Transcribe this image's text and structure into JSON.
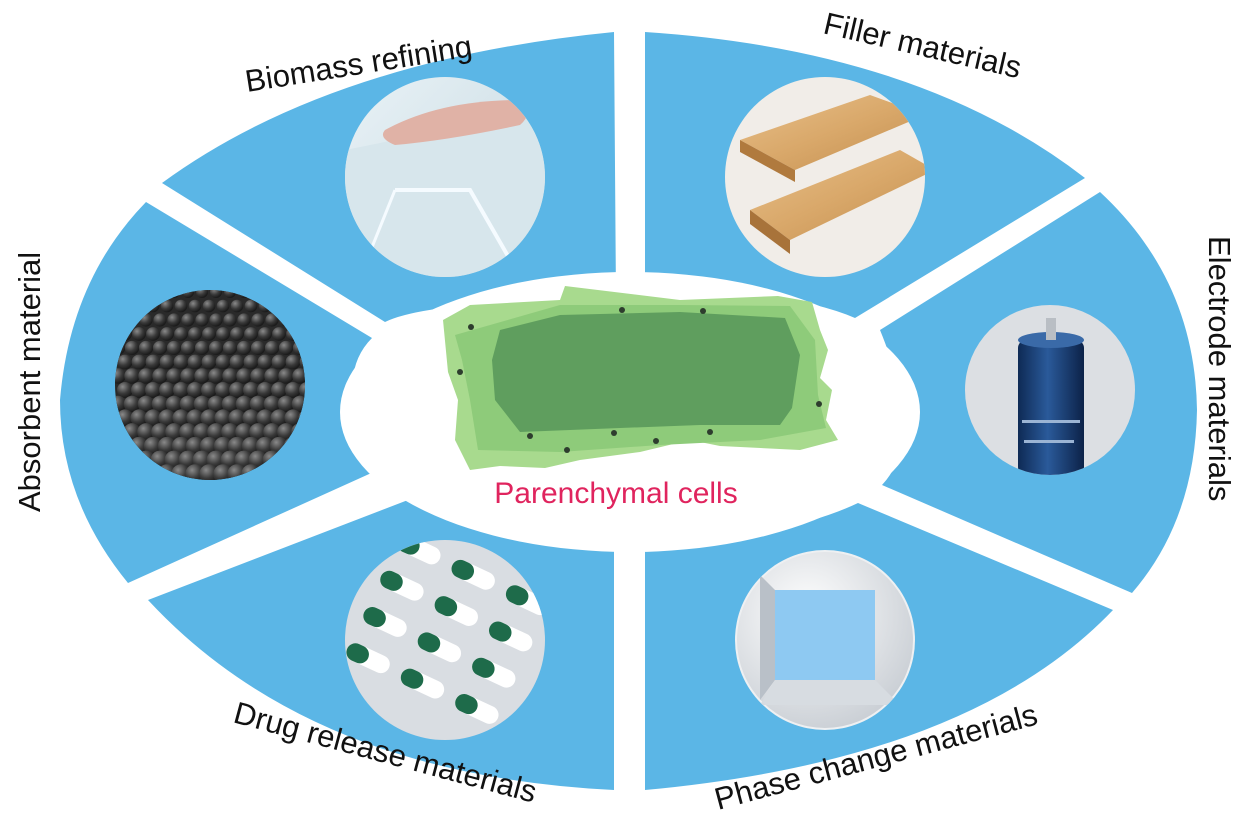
{
  "center": {
    "label": "Parenchymal cells",
    "label_color": "#e0245e",
    "image_icon": "parenchymal-cell-icon"
  },
  "colors": {
    "ring": "#5bb6e6",
    "cell_outer": "#a8da8e",
    "cell_mid": "#8ecb7a",
    "cell_inner": "#5f9e5e"
  },
  "segments": [
    {
      "id": "biomass",
      "label": "Biomass refining",
      "icon": "transparent-wood-icon"
    },
    {
      "id": "filler",
      "label": "Filler materials",
      "icon": "wood-board-icon"
    },
    {
      "id": "electrode",
      "label": "Electrode materials",
      "icon": "capacitor-icon"
    },
    {
      "id": "phase",
      "label": "Phase change materials",
      "icon": "sphere-cutaway-icon"
    },
    {
      "id": "drug",
      "label": "Drug release materials",
      "icon": "capsule-blister-icon"
    },
    {
      "id": "absorbent",
      "label": "Absorbent material",
      "icon": "black-beads-icon"
    }
  ]
}
